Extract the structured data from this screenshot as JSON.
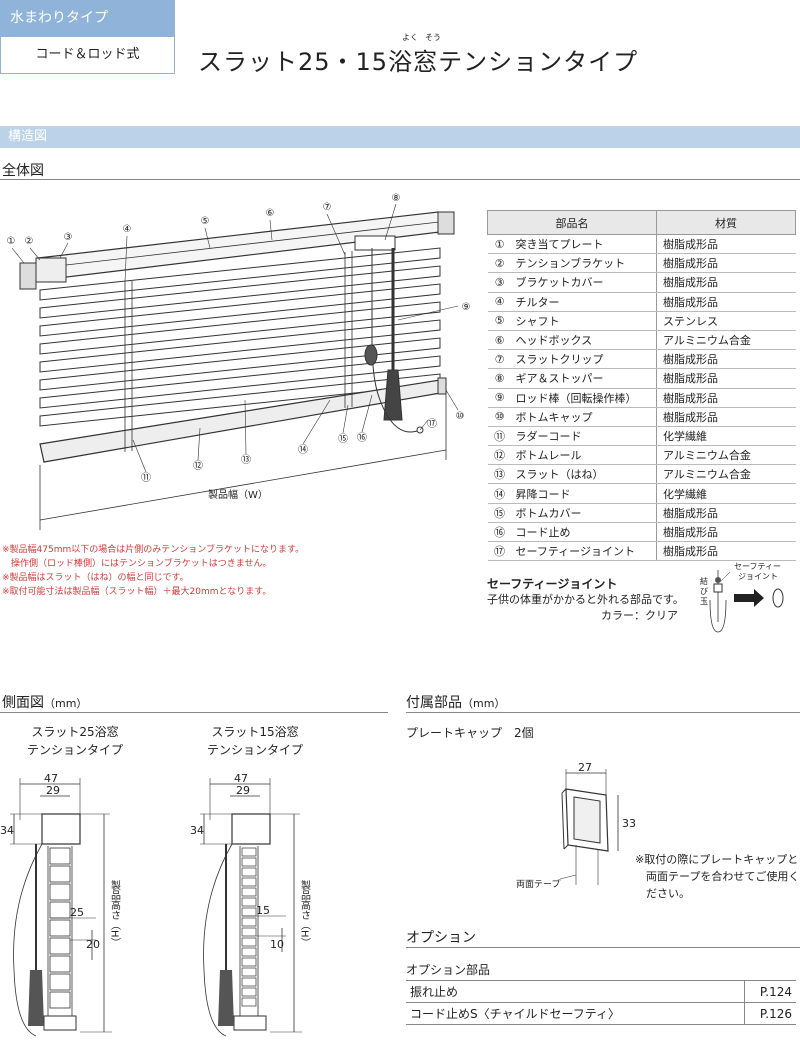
{
  "header": {
    "category": "水まわりタイプ",
    "operation_type": "コード＆ロッド式",
    "title": "スラット25・15浴窓テンションタイプ",
    "ruby_yoku": "よく",
    "ruby_sou": "そう"
  },
  "section_title": "構造図",
  "overall": {
    "heading": "全体図",
    "width_label": "製品幅（W）",
    "callouts": [
      "①",
      "②",
      "③",
      "④",
      "⑤",
      "⑥",
      "⑦",
      "⑧",
      "⑨",
      "⑩",
      "⑪",
      "⑫",
      "⑬",
      "⑭",
      "⑮",
      "⑯",
      "⑰"
    ]
  },
  "parts_table": {
    "headers": [
      "部品名",
      "材質"
    ],
    "rows": [
      {
        "num": "①",
        "name": "突き当てプレート",
        "material": "樹脂成形品"
      },
      {
        "num": "②",
        "name": "テンションブラケット",
        "material": "樹脂成形品"
      },
      {
        "num": "③",
        "name": "ブラケットカバー",
        "material": "樹脂成形品"
      },
      {
        "num": "④",
        "name": "チルター",
        "material": "樹脂成形品"
      },
      {
        "num": "⑤",
        "name": "シャフト",
        "material": "ステンレス"
      },
      {
        "num": "⑥",
        "name": "ヘッドボックス",
        "material": "アルミニウム合金"
      },
      {
        "num": "⑦",
        "name": "スラットクリップ",
        "material": "樹脂成形品"
      },
      {
        "num": "⑧",
        "name": "ギア＆ストッパー",
        "material": "樹脂成形品"
      },
      {
        "num": "⑨",
        "name": "ロッド棒（回転操作棒）",
        "material": "樹脂成形品"
      },
      {
        "num": "⑩",
        "name": "ボトムキャップ",
        "material": "樹脂成形品"
      },
      {
        "num": "⑪",
        "name": "ラダーコード",
        "material": "化学繊維"
      },
      {
        "num": "⑫",
        "name": "ボトムレール",
        "material": "アルミニウム合金"
      },
      {
        "num": "⑬",
        "name": "スラット（はね）",
        "material": "アルミニウム合金"
      },
      {
        "num": "⑭",
        "name": "昇降コード",
        "material": "化学繊維"
      },
      {
        "num": "⑮",
        "name": "ボトムカバー",
        "material": "樹脂成形品"
      },
      {
        "num": "⑯",
        "name": "コード止め",
        "material": "樹脂成形品"
      },
      {
        "num": "⑰",
        "name": "セーフティージョイント",
        "material": "樹脂成形品"
      }
    ]
  },
  "notes_red": [
    "※製品幅475mm以下の場合は片側のみテンションブラケットになります。",
    "　操作側（ロッド棒側）にはテンションブラケットはつきません。",
    "※製品幅はスラット（はね）の幅と同じです。",
    "※取付可能寸法は製品幅（スラット幅）＋最大20mmとなります。"
  ],
  "safety_joint": {
    "title": "セーフティージョイント",
    "description": "子供の体重がかかると外れる部品です。",
    "color": "カラー：クリア",
    "label_joint_1": "セーフティー",
    "label_joint_2": "ジョイント",
    "label_ball_1": "結",
    "label_ball_2": "び",
    "label_ball_3": "玉"
  },
  "side_view": {
    "heading": "側面図",
    "unit": "（mm）",
    "left": {
      "title_line1": "スラット25浴窓",
      "title_line2": "テンションタイプ",
      "dim_total": "47",
      "dim_inner": "29",
      "dim_top": "34",
      "dim_slat": "25",
      "dim_pitch": "20",
      "height_label": "製品高さ（H）"
    },
    "right": {
      "title_line1": "スラット15浴窓",
      "title_line2": "テンションタイプ",
      "dim_total": "47",
      "dim_inner": "29",
      "dim_top": "34",
      "dim_slat": "15",
      "dim_pitch": "10",
      "height_label": "製品高さ（H）"
    }
  },
  "accessories": {
    "heading": "付属部品",
    "unit": "（mm）",
    "item": "プレートキャップ　2個",
    "dim_w": "27",
    "dim_h": "33",
    "tape_label": "両面テープ",
    "note": [
      "※取付の際にプレートキャップと",
      "　両面テープを合わせてご使用く",
      "　ださい。"
    ]
  },
  "options": {
    "heading": "オプション",
    "sub_heading": "オプション部品",
    "rows": [
      {
        "name": "振れ止め",
        "page": "P.124"
      },
      {
        "name": "コード止めS〈チャイルドセーフティ〉",
        "page": "P.126"
      }
    ]
  },
  "colors": {
    "accent": "#8fb3d9",
    "section_bar": "#bcd2e8",
    "note_red": "#d43a3a"
  }
}
